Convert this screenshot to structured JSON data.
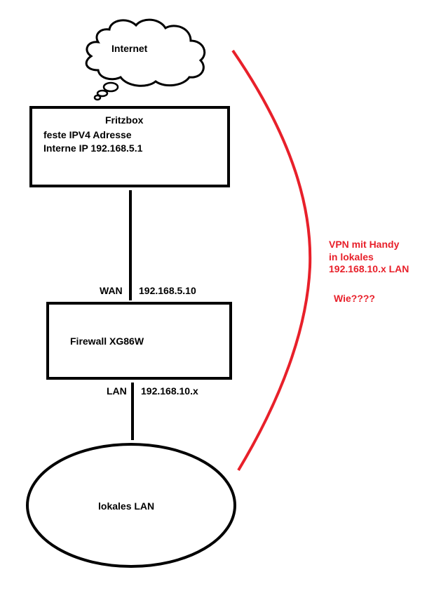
{
  "internet": {
    "label": "Internet"
  },
  "fritzbox": {
    "title": "Fritzbox",
    "line1": "feste IPV4 Adresse",
    "line2": "Interne IP 192.168.5.1"
  },
  "firewall": {
    "wan_label": "WAN",
    "wan_ip": "192.168.5.10",
    "title": "Firewall XG86W",
    "lan_label": "LAN",
    "lan_ip": "192.168.10.x"
  },
  "local_lan": {
    "label": "lokales LAN"
  },
  "vpn_note": {
    "line1": "VPN mit Handy",
    "line2": "in lokales",
    "line3": "192.168.10.x LAN",
    "question": "Wie????"
  },
  "colors": {
    "stroke": "#000000",
    "annotation": "#e8202a",
    "background": "#ffffff"
  }
}
